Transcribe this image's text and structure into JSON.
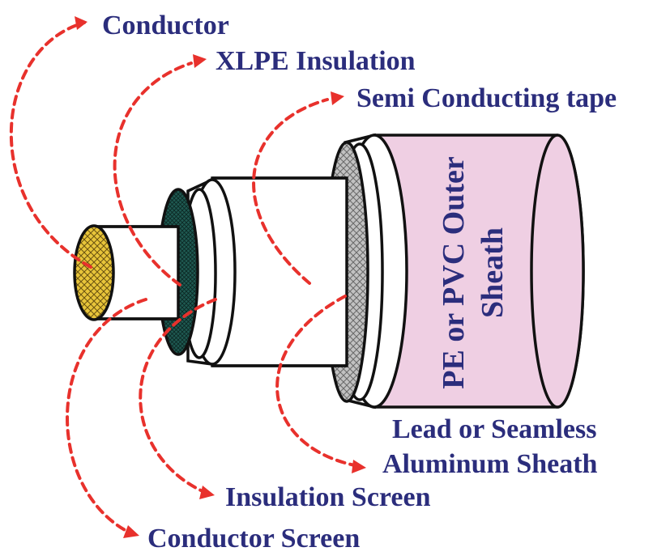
{
  "labels": {
    "conductor": "Conductor",
    "xlpe_insulation": "XLPE Insulation",
    "semi_conducting_tape": "Semi Conducting tape",
    "outer_sheath_line1": "PE or PVC Outer",
    "outer_sheath_line2": "Sheath",
    "metal_sheath_line1": "Lead or Seamless",
    "metal_sheath_line2": "Aluminum Sheath",
    "insulation_screen": "Insulation Screen",
    "conductor_screen": "Conductor Screen"
  },
  "colors": {
    "label_text": "#2b2d7c",
    "arrow": "#e8312c",
    "conductor_fill": "#e8c53a",
    "conductor_screen_fill": "#1f5a52",
    "metal_sheath_fill": "#b7b7b7",
    "outer_sheath_fill": "#efcfe3",
    "outline": "#111111"
  }
}
